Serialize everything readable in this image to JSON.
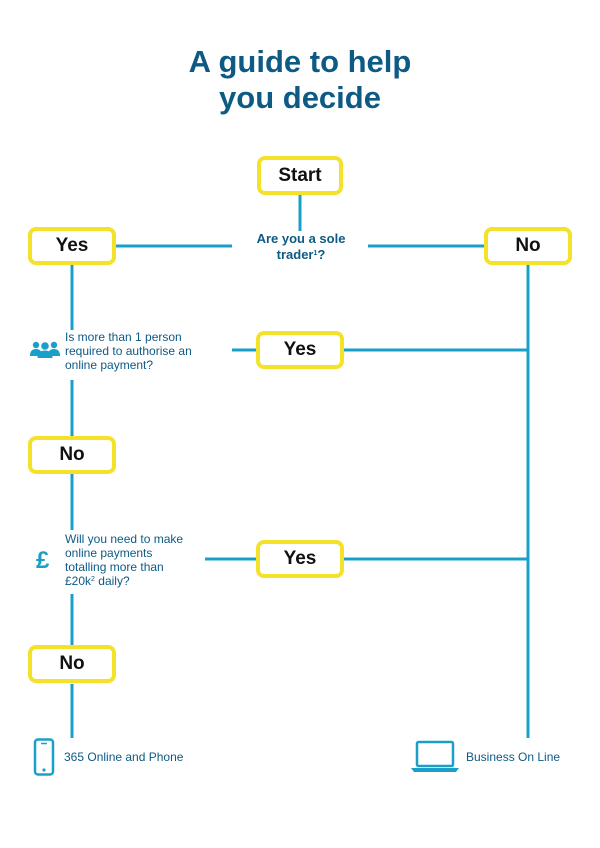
{
  "title": {
    "line1": "A guide to help",
    "line2": "you decide"
  },
  "nodes": {
    "start": "Start",
    "q1_line1": "Are you a sole",
    "q1_line2": "trader",
    "q1_sup": "1",
    "q1_tail": "?",
    "yes1": "Yes",
    "no1": "No",
    "q2_line1": "Is more than 1 person",
    "q2_line2": "required to authorise an",
    "q2_line3": "online payment?",
    "yes2": "Yes",
    "no2": "No",
    "q3_line1": "Will you need to make",
    "q3_line2": "online payments",
    "q3_line3": "totalling more than",
    "q3_line4a": "£20k",
    "q3_sup": "2",
    "q3_line4b": " daily?",
    "yes3": "Yes",
    "no3": "No"
  },
  "outcomes": {
    "left": "365 Online and Phone",
    "right": "Business On Line"
  },
  "icons": {
    "people": "people-group-icon",
    "pound": "pound-sign-icon",
    "phone": "mobile-phone-icon",
    "laptop": "laptop-icon"
  },
  "colors": {
    "title": "#0d5a85",
    "line": "#1aa0c8",
    "box_border": "#f4e12a",
    "icon": "#1aa0c8"
  }
}
